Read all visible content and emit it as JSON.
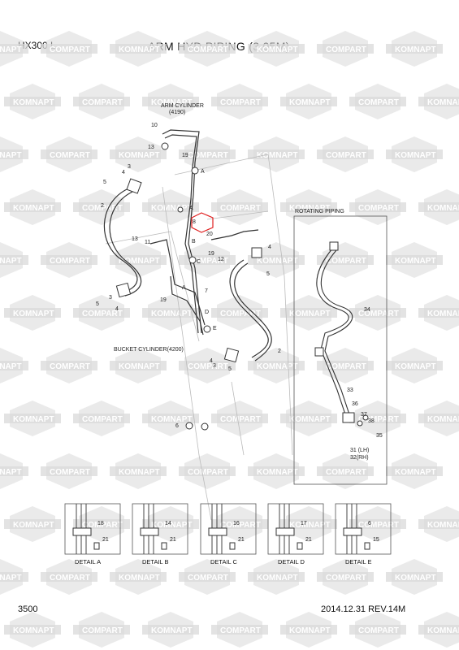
{
  "header": {
    "model": "HX300 L",
    "title": "ARM HYD PIPING (3.05M)"
  },
  "labels": {
    "arm_cylinder": "ARM CYLINDER",
    "arm_cylinder_no": "(4190)",
    "bucket_cylinder": "BUCKET CYLINDER(4200)",
    "rotating_piping": "ROTATING PIPING"
  },
  "callouts": {
    "n10": "10",
    "n13a": "13",
    "n19a": "19",
    "nA1": "A",
    "n3a": "3",
    "n4a": "4",
    "n5a": "5",
    "n2a": "2",
    "n8": "8",
    "n20": "20",
    "n19b": "19",
    "n12": "12",
    "nB": "B",
    "nC": "C",
    "n4b": "4",
    "n5b": "5",
    "n13b": "13",
    "n11": "11",
    "n7": "7",
    "nA2": "A",
    "n19c": "19",
    "nD": "D",
    "nE": "E",
    "n5c": "5",
    "n3b": "3",
    "n4c": "4",
    "n4d": "4",
    "n3c": "3",
    "n5d": "5",
    "n2b": "2",
    "n6": "6",
    "n34": "34",
    "n33": "33",
    "n36": "36",
    "n37": "37",
    "n38": "38",
    "n35": "35",
    "n31": "31 (LH)",
    "n32": "32(RH)"
  },
  "details": [
    {
      "label": "DETAIL  A",
      "a": "18",
      "b": "21"
    },
    {
      "label": "DETAIL  B",
      "a": "14",
      "b": "21"
    },
    {
      "label": "DETAIL  C",
      "a": "16",
      "b": "21"
    },
    {
      "label": "DETAIL  D",
      "a": "17",
      "b": "21"
    },
    {
      "label": "DETAIL  E",
      "a": "6",
      "b": "15"
    }
  ],
  "watermark": {
    "a": "KOMNAPT",
    "b": "COMPART"
  },
  "footer": {
    "page": "3500",
    "revision": "2014.12.31  REV.14M"
  },
  "colors": {
    "watermark": "#d9d9d9",
    "line": "#333333",
    "highlight": "#e02020"
  }
}
